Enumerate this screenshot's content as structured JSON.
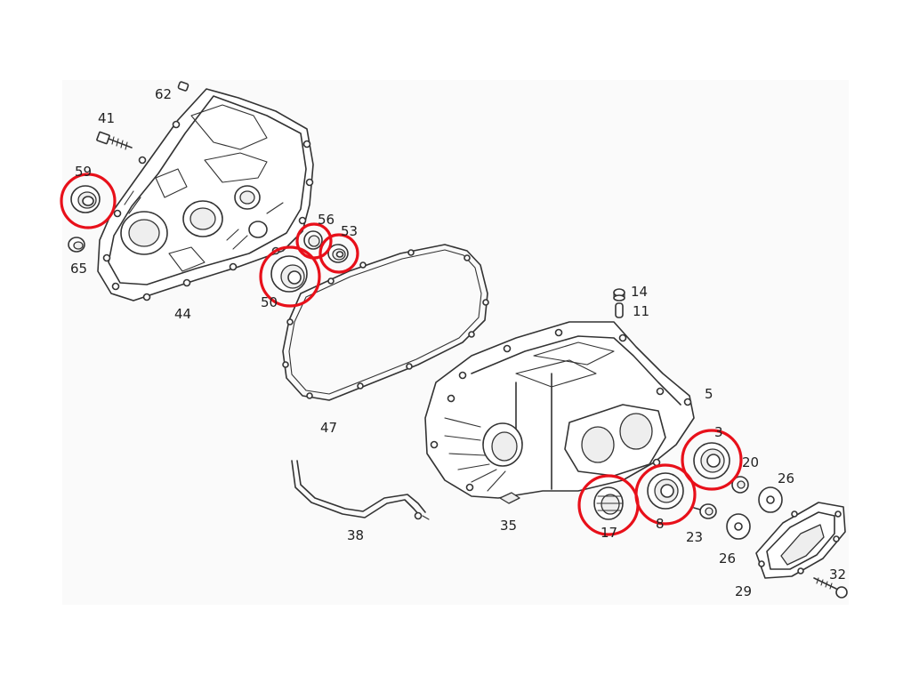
{
  "highlight_color": "#e8101a",
  "labels": {
    "p62": "62",
    "p41": "41",
    "p59": "59",
    "p65": "65",
    "p44": "44",
    "p56": "56",
    "p53": "53",
    "p50": "50",
    "p47": "47",
    "p14": "14",
    "p11": "11",
    "p5": "5",
    "p3": "3",
    "p20": "20",
    "p26a": "26",
    "p17": "17",
    "p8": "8",
    "p23": "23",
    "p26b": "26",
    "p29": "29",
    "p32": "32",
    "p35": "35",
    "p38": "38"
  },
  "icons": {
    "front_housing": "gearbox-front-housing-icon",
    "rear_housing": "gearbox-rear-housing-icon",
    "gasket": "housing-gasket-icon",
    "cover": "end-cover-icon",
    "bearing": "bearing-icon",
    "seal": "shaft-seal-icon",
    "bolt": "bolt-icon",
    "pin": "dowel-pin-icon",
    "bracket": "bracket-icon",
    "washer": "washer-icon",
    "nut": "nut-icon",
    "plug": "plug-icon"
  }
}
